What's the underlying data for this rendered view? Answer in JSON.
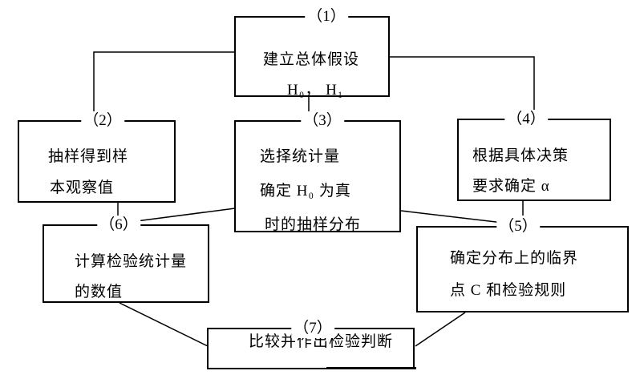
{
  "diagram": {
    "description_visible_text_only": "",
    "boxes": [
      {
        "number": "（1）",
        "lines": [
          "建立总体假设",
          "H₀，  H₁"
        ]
      },
      {
        "number": "（2）",
        "lines": [
          "抽样得到样",
          "本观察值"
        ]
      },
      {
        "number": "（3）",
        "lines": [
          "选择统计量",
          "确定 H₀ 为真",
          "时的抽样分布"
        ]
      },
      {
        "number": "（4）",
        "lines": [
          "根据具体决策",
          "要求确定 α"
        ]
      },
      {
        "number": "（5）",
        "lines": [
          "确定分布上的临界",
          "点 C 和检验规则"
        ]
      },
      {
        "number": "（6）",
        "lines": [
          "计算检验统计量",
          "的数值"
        ]
      },
      {
        "number": "（7）",
        "lines": [
          "比较并作出检验判断"
        ]
      }
    ],
    "connections": [
      {
        "from": 1,
        "to": 2
      },
      {
        "from": 1,
        "to": 3
      },
      {
        "from": 1,
        "to": 4
      },
      {
        "from": 2,
        "to": 6
      },
      {
        "from": 3,
        "to": 6
      },
      {
        "from": 3,
        "to": 5
      },
      {
        "from": 4,
        "to": 5
      },
      {
        "from": 6,
        "to": 7
      },
      {
        "from": 5,
        "to": 7
      }
    ],
    "colors": {
      "line": "#000000",
      "background": "#ffffff",
      "text": "#000000"
    }
  }
}
